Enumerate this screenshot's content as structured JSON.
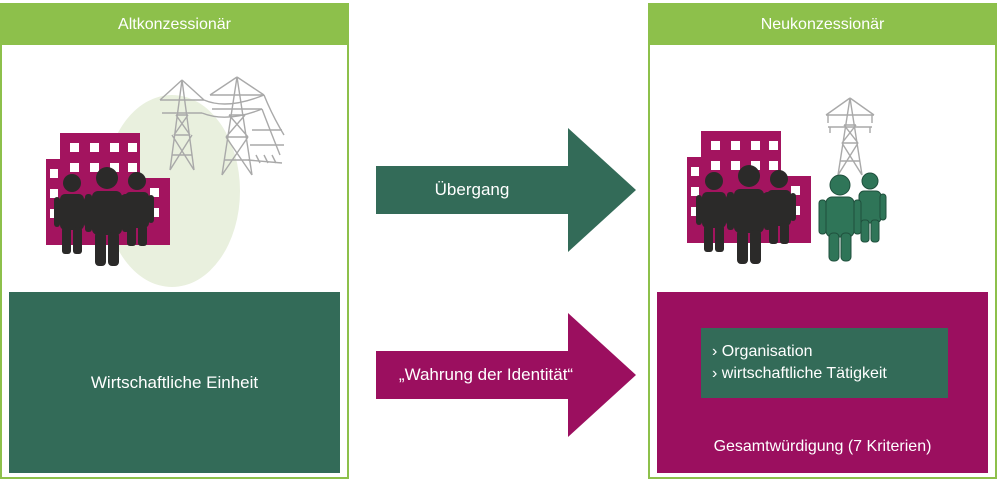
{
  "left_panel": {
    "title": "Altkonzessionär",
    "box_label": "Wirtschaftliche Einheit"
  },
  "right_panel": {
    "title": "Neukonzessionär",
    "criteria_items": [
      "› Organisation",
      "› wirtschaftliche Tätigkeit"
    ],
    "footer_label": "Gesamtwürdigung (7 Kriterien)"
  },
  "arrows": {
    "top_label": "Übergang",
    "bottom_label": "„Wahrung der Identität“"
  },
  "colors": {
    "accent_green": "#8dc04b",
    "dark_green": "#336b58",
    "magenta": "#9b0f5f",
    "building": "#a3145f",
    "people": "#2b2a29",
    "new_people": "#2f7558",
    "pylon": "#a9a9a9",
    "blob": "#e9f0de"
  },
  "icons": [
    "building-icon",
    "people-icon",
    "power-pylon-icon",
    "new-employees-icon"
  ]
}
